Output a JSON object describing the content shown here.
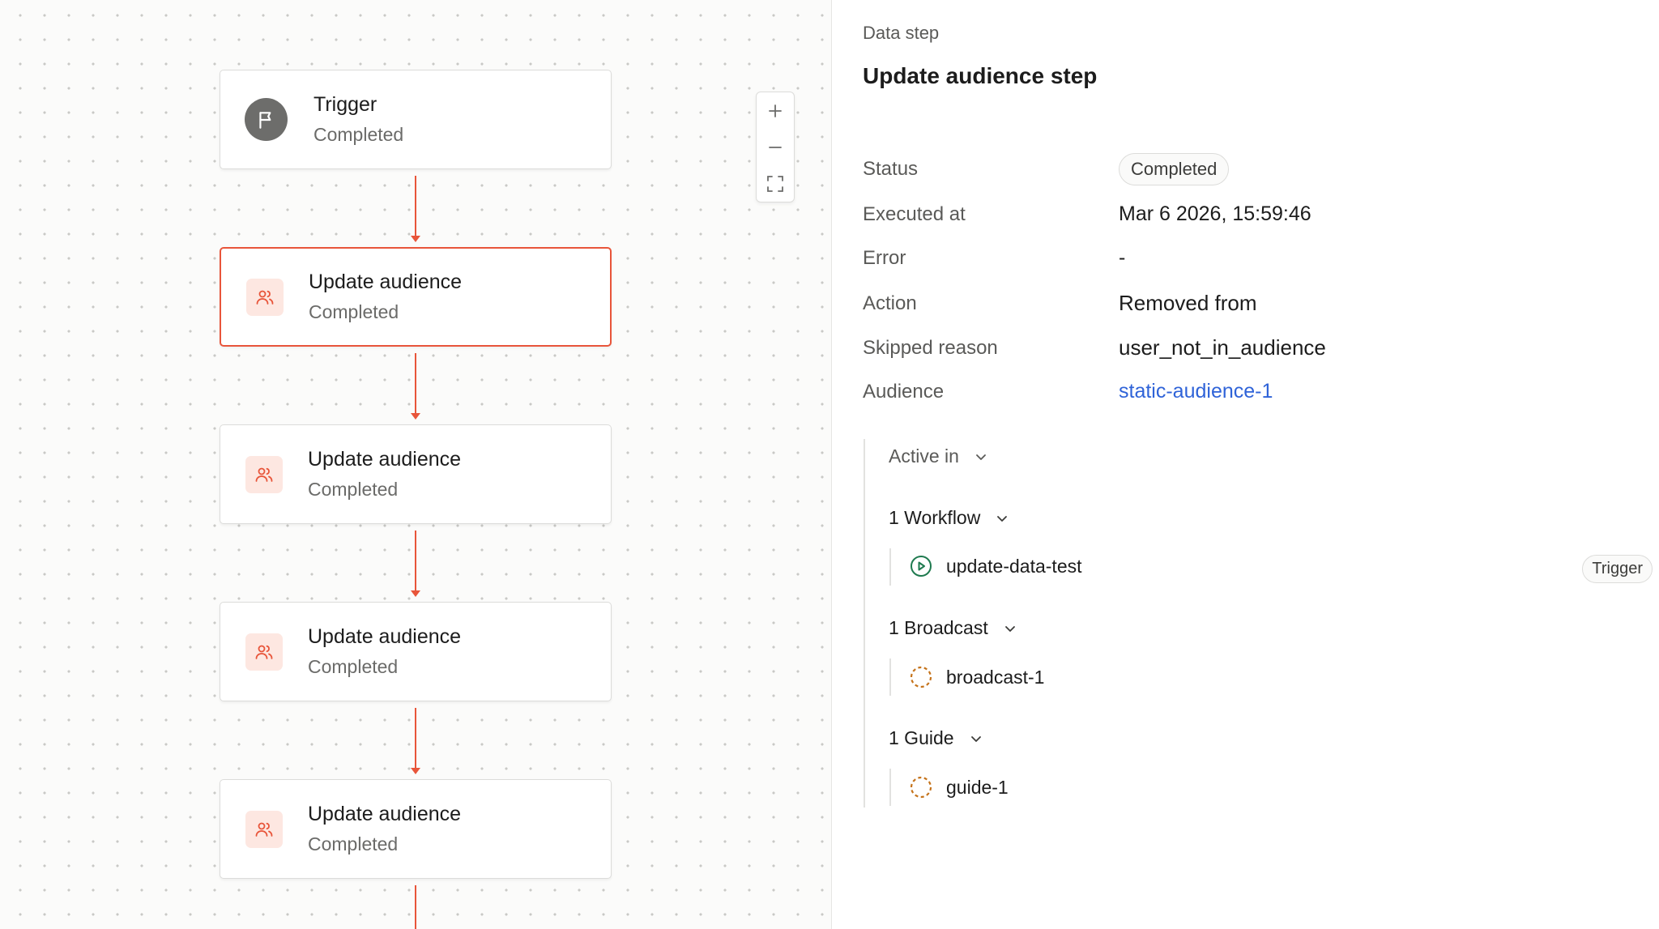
{
  "flow": {
    "nodes": [
      {
        "title": "Trigger",
        "status": "Completed"
      },
      {
        "title": "Update audience",
        "status": "Completed"
      },
      {
        "title": "Update audience",
        "status": "Completed"
      },
      {
        "title": "Update audience",
        "status": "Completed"
      },
      {
        "title": "Update audience",
        "status": "Completed"
      }
    ]
  },
  "colors": {
    "accent": "#e8553a",
    "link": "#2f63d8",
    "workflow_icon": "#1f7a4f",
    "pending_icon": "#c5731b"
  },
  "panel": {
    "eyebrow": "Data step",
    "title": "Update audience step",
    "fields": {
      "status": {
        "label": "Status",
        "value": "Completed"
      },
      "executed_at": {
        "label": "Executed at",
        "value": "Mar 6 2026, 15:59:46"
      },
      "error": {
        "label": "Error",
        "value": "-"
      },
      "action": {
        "label": "Action",
        "value": "Removed from"
      },
      "skipped_reason": {
        "label": "Skipped reason",
        "value": "user_not_in_audience"
      },
      "audience": {
        "label": "Audience",
        "value": "static-audience-1"
      }
    },
    "active_in": {
      "label": "Active in",
      "workflows": {
        "label": "1 Workflow",
        "items": [
          {
            "name": "update-data-test",
            "tag": "Trigger",
            "icon": "play-circle-icon"
          }
        ]
      },
      "broadcasts": {
        "label": "1 Broadcast",
        "items": [
          {
            "name": "broadcast-1",
            "icon": "dashed-circle-icon"
          }
        ]
      },
      "guides": {
        "label": "1 Guide",
        "items": [
          {
            "name": "guide-1",
            "icon": "dashed-circle-icon"
          }
        ]
      }
    }
  }
}
